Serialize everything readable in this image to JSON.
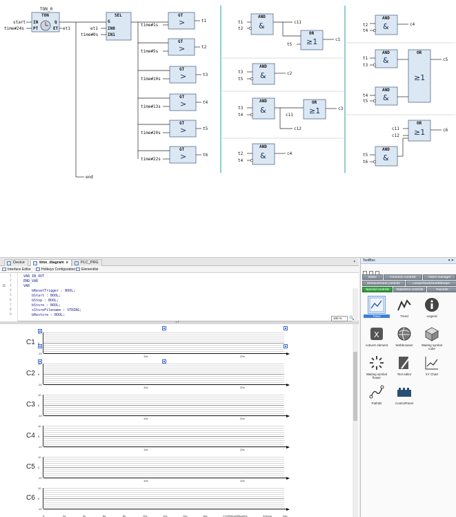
{
  "fbd": {
    "ton": {
      "instance": "TON_0",
      "type": "TON",
      "in_pin": "IN",
      "pt_pin": "PT",
      "q_pin": "Q",
      "et_pin": "ET",
      "in_var": "start",
      "pt_var": "time#24s",
      "et_var": "et1"
    },
    "sel": {
      "type": "SEL",
      "pins": [
        "G",
        "IN0",
        "IN1"
      ],
      "g_var": "",
      "in0_var": "et1",
      "in1_var": "time#0s"
    },
    "gt_blocks": [
      {
        "type": "GT",
        "symbol": ">",
        "in2": "time#1s",
        "out": "t1"
      },
      {
        "type": "GT",
        "symbol": ">",
        "in2": "time#5s",
        "out": "t2"
      },
      {
        "type": "GT",
        "symbol": ">",
        "in2": "time#10s",
        "out": "t3"
      },
      {
        "type": "GT",
        "symbol": ">",
        "in2": "time#13s",
        "out": "t4"
      },
      {
        "type": "GT",
        "symbol": ">",
        "in2": "time#20s",
        "out": "t5"
      },
      {
        "type": "GT",
        "symbol": ">",
        "in2": "time#22s",
        "out": "t6"
      }
    ],
    "end_label": "end",
    "and_type": "AND",
    "and_symbol": "&",
    "or_type": "OR",
    "or_symbol": "≥1",
    "net_c1": {
      "in": [
        "t1",
        "t2"
      ],
      "and_out": "c11",
      "or_in2": "t5",
      "out": "c1"
    },
    "net_c2": {
      "in": [
        "t3",
        "t5"
      ],
      "out": "c2"
    },
    "net_c3": {
      "in": [
        "t3",
        "t4"
      ],
      "and_out": "c11",
      "or_in2": "c12",
      "out": "c3"
    },
    "net_c4a": {
      "in": [
        "t2",
        "t4"
      ],
      "out": "c4"
    },
    "net_c4b": {
      "in": [
        "t2",
        "t4"
      ],
      "out": "c4"
    },
    "net_c5": {
      "and1_in": [
        "t1",
        "t3"
      ],
      "and2_in": [
        "t4",
        "t5"
      ],
      "out": "c5"
    },
    "net_c6": {
      "or_in": [
        "c11",
        "c12"
      ],
      "and_in": [
        "t5",
        "t6"
      ],
      "out": "c6"
    }
  },
  "ide": {
    "tabs": [
      {
        "label": "Device",
        "active": false
      },
      {
        "label": "time_diagram",
        "active": true,
        "close": "x"
      },
      {
        "label": "PLC_PRG",
        "active": false
      }
    ],
    "subtabs": [
      "Interface Editor",
      "Hotkeys Configuration",
      "Elementlist"
    ],
    "code_lines": [
      {
        "n": "1",
        "text": "VAR_IN_OUT"
      },
      {
        "n": "2",
        "text": "END_VAR"
      },
      {
        "n": "3",
        "text": "VAR"
      },
      {
        "n": "4",
        "text": "    bResetTrigger : BOOL;"
      },
      {
        "n": "5",
        "text": "    bStart : BOOL;"
      },
      {
        "n": "6",
        "text": "    bStop : BOOL;"
      },
      {
        "n": "7",
        "text": "    bStore : BOOL;"
      },
      {
        "n": "8",
        "text": "    sStoreFilename : STRING;"
      },
      {
        "n": "9",
        "text": "    bRestore : BOOL;"
      }
    ],
    "zoom": "100 %",
    "channels": [
      {
        "label": "C1",
        "ymax": "10",
        "ymid": "0",
        "ymin": "-10",
        "xticks": [
          "10s",
          "20s"
        ]
      },
      {
        "label": "C2",
        "ymax": "10",
        "ymid": "0",
        "ymin": "-10",
        "xticks": [
          "10s",
          "20s"
        ]
      },
      {
        "label": "C3",
        "ymax": "10",
        "ymid": "0",
        "ymin": "-10",
        "xticks": [
          "10s",
          "20s"
        ]
      },
      {
        "label": "C4",
        "ymax": "10",
        "ymid": "0",
        "ymin": "-10",
        "xticks": [
          "10s",
          "20s"
        ]
      },
      {
        "label": "C5",
        "ymax": "10",
        "ymid": "0",
        "ymin": "-10",
        "xticks": [
          "10s",
          "20s"
        ]
      },
      {
        "label": "C6",
        "ymax": "10",
        "ymid": "0",
        "ymin": "-10",
        "xticks": []
      }
    ],
    "bottom_axis": [
      "0",
      "2s",
      "4s",
      "6s",
      "8s",
      "10s",
      "12s",
      "14s",
      "16s",
      "17s999ms999us",
      "20s",
      "22s1us",
      "24s"
    ]
  },
  "toolbox": {
    "title": "ToolBox",
    "controls": "▾ ✕",
    "categories_row1": [
      "Basic",
      "Common controls",
      "Alarm manager"
    ],
    "categories_row2": [
      "Measurement controls",
      "Lamps/Switches/Bitmaps"
    ],
    "categories_row3": [
      "Special controls",
      "Date/time controls",
      "Favorite"
    ],
    "selected_category": "Special controls",
    "items": [
      {
        "label": "Trace",
        "icon": "trace-icon",
        "selected": true
      },
      {
        "label": "Trend",
        "icon": "trend-icon",
        "selected": false
      },
      {
        "label": "Legend",
        "icon": "legend-icon",
        "selected": false
      },
      {
        "label": "ActiveX element",
        "icon": "activex-icon",
        "selected": false
      },
      {
        "label": "Webbrowser",
        "icon": "webbrowser-icon",
        "selected": false
      },
      {
        "label": "Waiting symbol cube",
        "icon": "cube-icon",
        "selected": false
      },
      {
        "label": "Waiting symbol flower",
        "icon": "flower-icon",
        "selected": false
      },
      {
        "label": "Text editor",
        "icon": "text-editor-icon",
        "selected": false
      },
      {
        "label": "XY Chart",
        "icon": "xy-chart-icon",
        "selected": false
      },
      {
        "label": "Path3D",
        "icon": "path3d-icon",
        "selected": false
      },
      {
        "label": "ControlPanel",
        "icon": "control-panel-icon",
        "selected": false
      }
    ],
    "accent": "#3d7fd8",
    "category_green": "#2d8f37"
  }
}
